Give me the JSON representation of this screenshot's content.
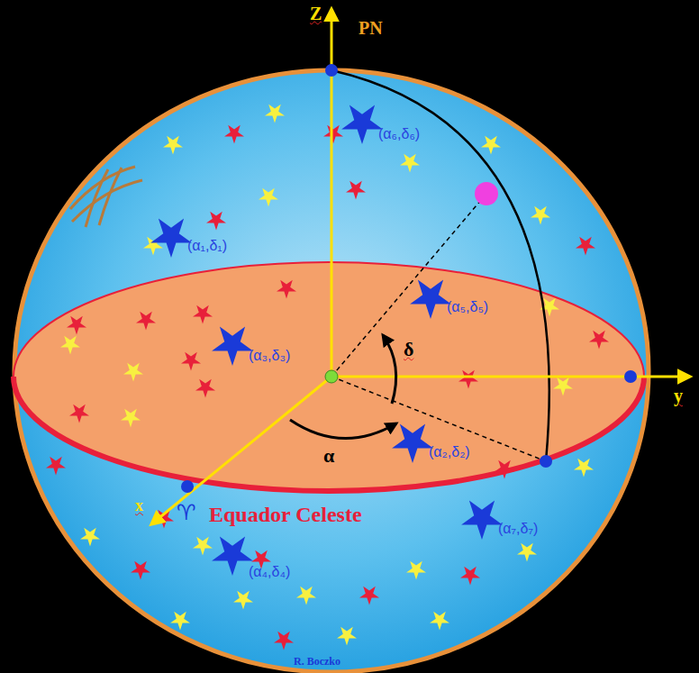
{
  "diagram": {
    "labels": [
      "Z",
      "PN",
      "(α₆,δ₆)",
      "(α₁,δ₁)",
      "(α₅,δ₅)",
      "(α₃,δ₃)",
      "δ",
      "y",
      "α",
      "(α₂,δ₂)",
      "x",
      "♈",
      "Equador Celeste",
      "(α₇,δ₇)",
      "(α₄,δ₄)",
      "R. Boczko"
    ]
  }
}
